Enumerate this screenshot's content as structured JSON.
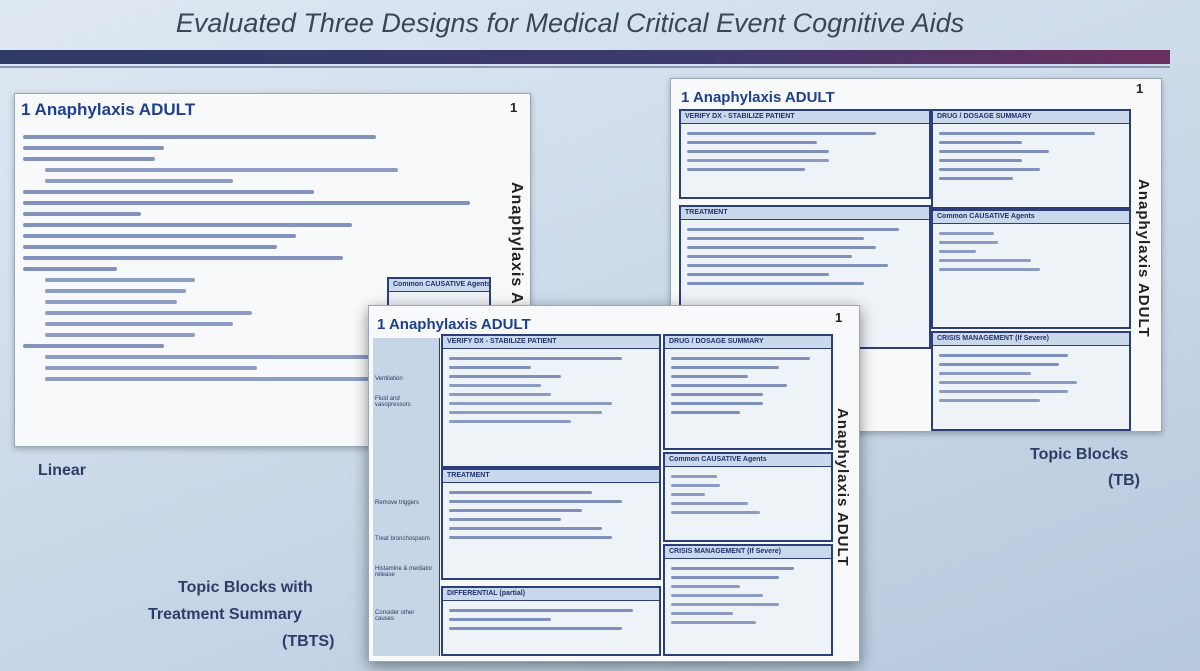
{
  "slide": {
    "title": "Evaluated Three Designs for Medical Critical Event Cognitive Aids"
  },
  "panels": {
    "linear": {
      "title": "1 Anaphylaxis ADULT",
      "page_num": "1",
      "vertical_label": "Anaphylaxis ADUL",
      "inset_title": "Common CAUSATIVE Agents",
      "caption": "Linear"
    },
    "tb": {
      "title": "1 Anaphylaxis ADULT",
      "page_num": "1",
      "vertical_label": "Anaphylaxis ADULT",
      "caption_line1": "Topic Blocks",
      "caption_line2": "(TB)",
      "box_verify": "VERIFY DX - STABILIZE PATIENT",
      "box_drug": "DRUG / DOSAGE SUMMARY",
      "box_treatment": "TREATMENT",
      "box_causative": "Common CAUSATIVE Agents",
      "box_crisis": "CRISIS MANAGEMENT (If Severe)"
    },
    "tbts": {
      "title": "1 Anaphylaxis ADULT",
      "page_num": "1",
      "vertical_label": "Anaphylaxis ADULT",
      "caption_line1": "Topic Blocks with",
      "caption_line2": "Treatment Summary",
      "caption_line3": "(TBTS)",
      "box_verify": "VERIFY DX - STABILIZE PATIENT",
      "box_drug": "DRUG / DOSAGE SUMMARY",
      "box_treatment": "TREATMENT",
      "box_causative": "Common CAUSATIVE Agents",
      "box_crisis": "CRISIS MANAGEMENT (If Severe)",
      "box_differential": "DIFFERENTIAL (partial)",
      "side_rows": [
        "Ventilation",
        "Fluid and vasopressors",
        "Remove triggers",
        "Treat bronchospasm",
        "Histamine & mediator release",
        "Consider other causes"
      ]
    }
  }
}
